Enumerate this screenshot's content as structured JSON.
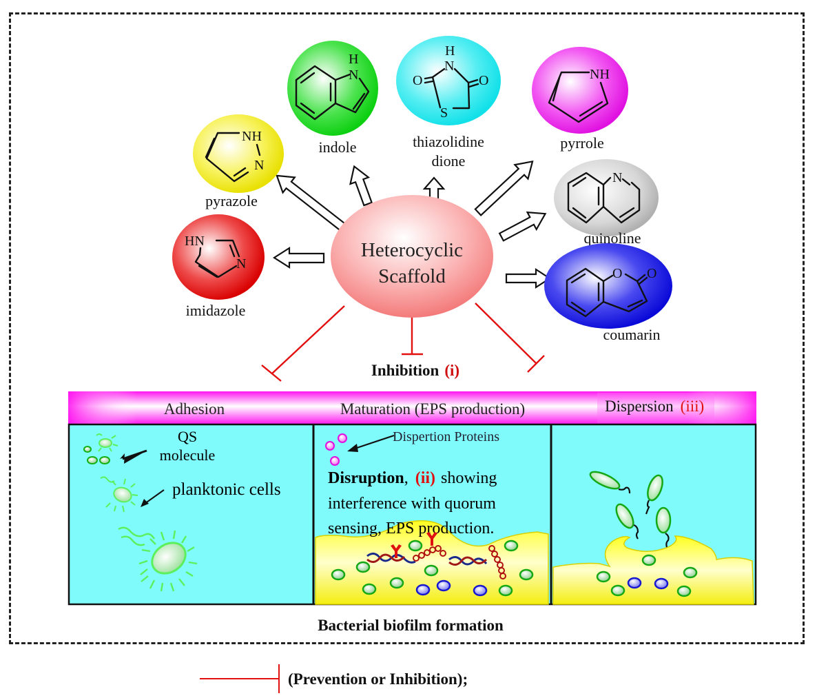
{
  "center": {
    "line1": "Heterocyclic",
    "line2": "Scaffold",
    "color": "#f57b7b"
  },
  "scaffolds": [
    {
      "name": "imidazole",
      "color": "#e51a1a",
      "atoms": [
        "HN",
        "N"
      ]
    },
    {
      "name": "pyrazole",
      "color": "#f4ee12",
      "atoms": [
        "NH",
        "N"
      ]
    },
    {
      "name": "indole",
      "color": "#19d61e",
      "atoms": [
        "H",
        "N"
      ]
    },
    {
      "name": "thiazolidine",
      "name2": "dione",
      "color": "#1ee6ee",
      "atoms": [
        "H",
        "N",
        "O",
        "O",
        "S"
      ]
    },
    {
      "name": "pyrrole",
      "color": "#ee18ee",
      "atoms": [
        "NH"
      ]
    },
    {
      "name": "quinoline",
      "color": "#bdbdbd",
      "atoms": [
        "N"
      ]
    },
    {
      "name": "coumarin",
      "color": "#1414e0",
      "atoms": [
        "O",
        "O"
      ]
    }
  ],
  "inhibition": {
    "label": "Inhibition",
    "tag": "(i)"
  },
  "biofilm": {
    "header_stages": [
      "Adhesion",
      "Maturation (EPS production)",
      "Dispersion"
    ],
    "dispersion_tag": "(iii)",
    "header_color": "#ff14f0",
    "panel_color": "#80fbfb",
    "panel1": {
      "qs_line1": "QS",
      "qs_line2": "molecule",
      "planktonic": "planktonic cells"
    },
    "panel2": {
      "dispertion": "Dispertion Proteins",
      "disruption_bold": "Disruption",
      "disruption_comma": ",",
      "disruption_tag": "(ii)",
      "disruption_rest1": "showing",
      "line2": "interference with quorum",
      "line3": "sensing, EPS production."
    },
    "caption": "Bacterial biofilm formation"
  },
  "legend": {
    "label": "(Prevention or Inhibition);"
  }
}
